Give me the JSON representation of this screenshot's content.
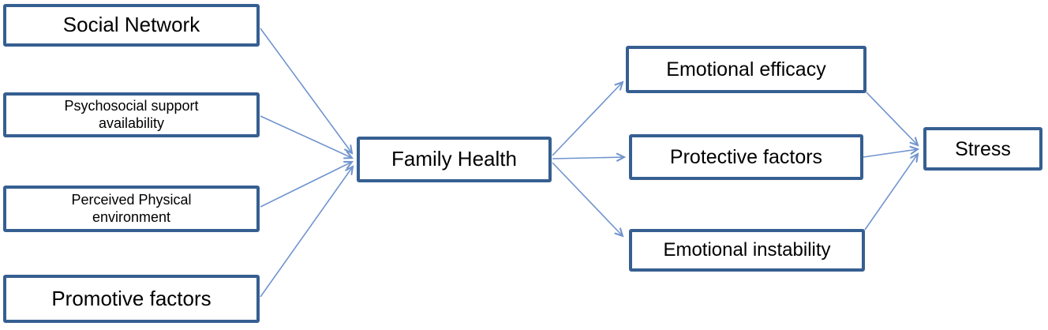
{
  "diagram": {
    "type": "flow-diagram",
    "description": "Path model linking antecedent factors to Family Health, mediators, and Stress",
    "nodes": [
      {
        "id": "social-network",
        "label": "Social Network"
      },
      {
        "id": "psychosocial-support-availability",
        "label": "Psychosocial support availability"
      },
      {
        "id": "perceived-physical-environment",
        "label": "Perceived Physical environment"
      },
      {
        "id": "promotive-factors",
        "label": "Promotive factors"
      },
      {
        "id": "family-health",
        "label": "Family Health"
      },
      {
        "id": "emotional-efficacy",
        "label": "Emotional efficacy"
      },
      {
        "id": "protective-factors",
        "label": "Protective factors"
      },
      {
        "id": "emotional-instability",
        "label": "Emotional instability"
      },
      {
        "id": "stress",
        "label": "Stress"
      }
    ],
    "edges": [
      {
        "from": "social-network",
        "to": "family-health"
      },
      {
        "from": "psychosocial-support-availability",
        "to": "family-health"
      },
      {
        "from": "perceived-physical-environment",
        "to": "family-health"
      },
      {
        "from": "promotive-factors",
        "to": "family-health"
      },
      {
        "from": "family-health",
        "to": "emotional-efficacy"
      },
      {
        "from": "family-health",
        "to": "protective-factors"
      },
      {
        "from": "family-health",
        "to": "emotional-instability"
      },
      {
        "from": "emotional-efficacy",
        "to": "stress"
      },
      {
        "from": "protective-factors",
        "to": "stress"
      },
      {
        "from": "emotional-instability",
        "to": "stress"
      }
    ],
    "colors": {
      "box_border": "#365f91",
      "connector": "#7094ce",
      "text": "#000000",
      "background": "#ffffff"
    }
  }
}
